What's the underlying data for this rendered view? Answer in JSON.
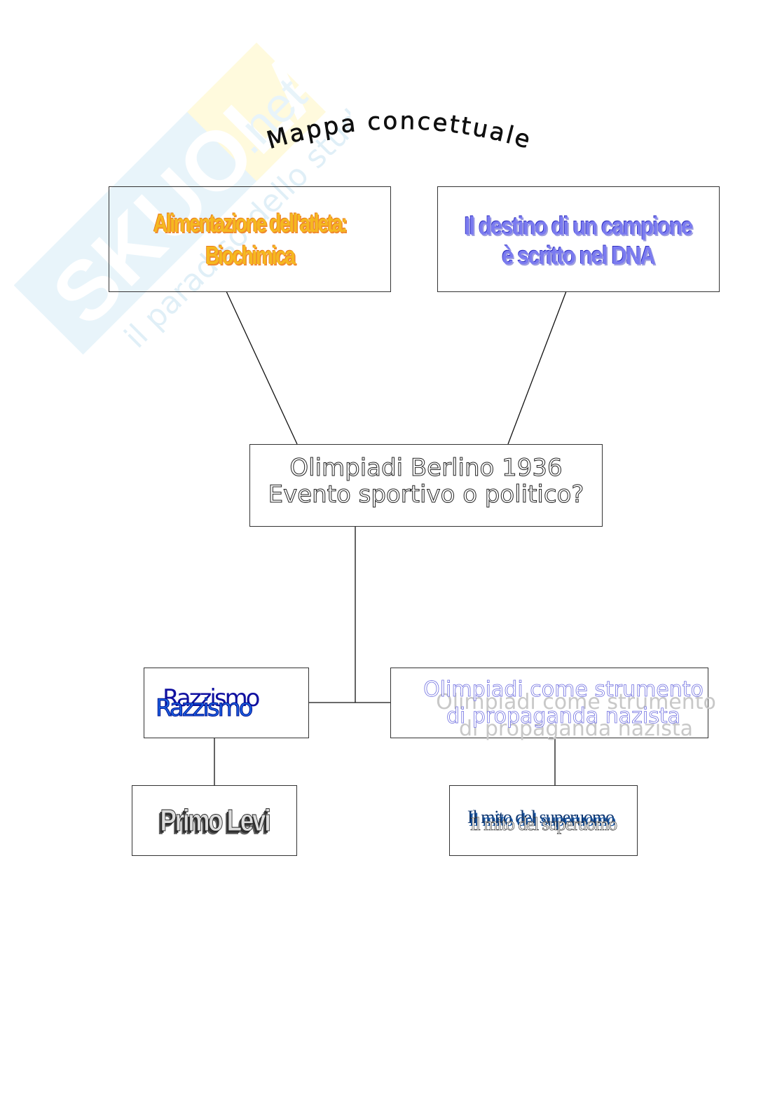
{
  "watermark": {
    "brand": "SKUOLA.net",
    "tagline": "il paradiso dello studente"
  },
  "title": "Mappa concettuale",
  "nodes": {
    "alimentazione": {
      "line1": "Alimentazione dell'atleta:",
      "line2": "Biochimica"
    },
    "dna": {
      "line1": "Il destino di un campione",
      "line2": "è scritto nel DNA"
    },
    "center": {
      "line1": "Olimpiadi Berlino 1936",
      "line2": "Evento sportivo o politico?"
    },
    "razzismo": {
      "label": "Razzismo"
    },
    "propaganda": {
      "line1": "Olimpiadi come strumento",
      "line2": "di propaganda nazista"
    },
    "primo_levi": {
      "label": "Primo Levi"
    },
    "superuomo": {
      "label": "Il mito del superuomo"
    }
  }
}
